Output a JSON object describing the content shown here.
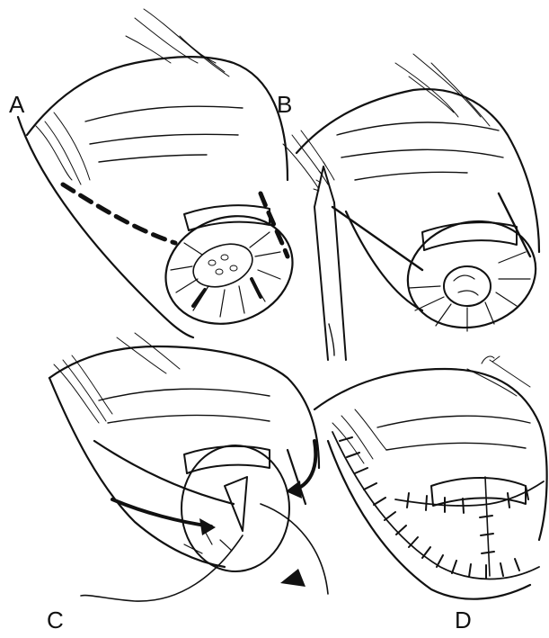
{
  "panels": [
    {
      "id": "A",
      "label": "A"
    },
    {
      "id": "B",
      "label": "B"
    },
    {
      "id": "C",
      "label": "C"
    },
    {
      "id": "D",
      "label": "D"
    }
  ],
  "colors": {
    "ink": "#111111",
    "paper": "#ffffff",
    "tissue": "#f4f4f4"
  }
}
